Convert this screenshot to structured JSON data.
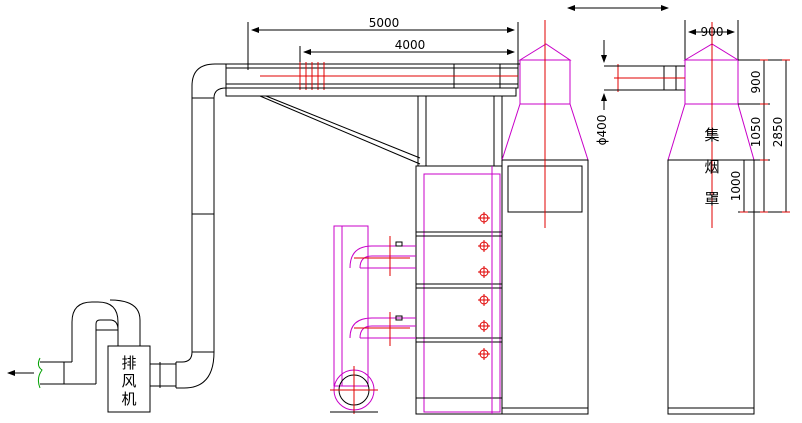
{
  "dimensions": {
    "duct_length_outer": "5000",
    "duct_length_inner": "4000",
    "hood_width": "900",
    "pipe_diameter": "ϕ400",
    "hood_neck_height": "900",
    "hood_taper_height": "1050",
    "hood_total_height": "2850",
    "hood_body_height": "1000"
  },
  "labels": {
    "fan": [
      "排",
      "风",
      "机"
    ],
    "hood": [
      "集",
      "烟",
      "罩"
    ]
  },
  "colors": {
    "outline": "#000000",
    "equipment": "#c800c8",
    "centerline": "#e00000",
    "outlet": "#00a000"
  }
}
